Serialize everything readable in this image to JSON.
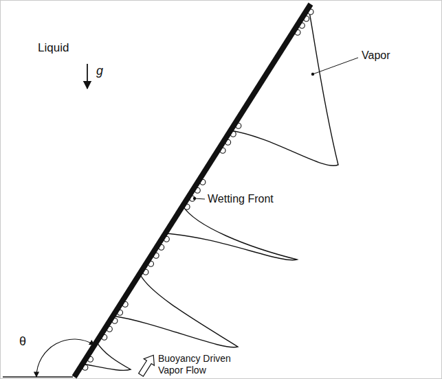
{
  "diagram": {
    "labels": [
      "Liquid",
      "Vapor",
      "g",
      "Wetting Front",
      "θ",
      "Buoyancy Driven Vapor Flow"
    ]
  }
}
